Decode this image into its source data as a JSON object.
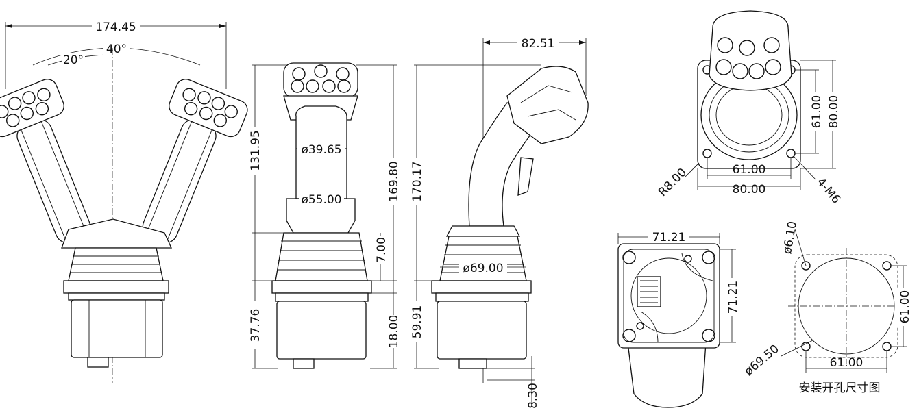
{
  "dimensions": {
    "front_width": "174.45",
    "tilt_total": "40°",
    "tilt_half": "20°",
    "grip_height": "131.95",
    "grip_diameter": "ø39.65",
    "collar_diameter": "ø55.00",
    "total_height": "169.80",
    "boot_height": "7.00",
    "body_height_left": "37.76",
    "body_height_right": "18.00",
    "side_width": "82.51",
    "side_height": "170.17",
    "boot_diameter": "ø69.00",
    "lower_height": "59.91",
    "stem_length": "8.30",
    "flange_inner_v": "61.00",
    "flange_outer_v": "80.00",
    "flange_inner_h": "61.00",
    "flange_outer_h": "80.00",
    "corner_radius": "R8.00",
    "mount_screws": "4-M6",
    "bottom_width": "71.21",
    "bottom_height": "71.21",
    "hole_diameter": "ø6.10",
    "cutout_diameter": "ø69.50",
    "cutout_v": "61.00",
    "cutout_h": "61.00"
  },
  "cutout_caption": "安装开孔尺寸图"
}
